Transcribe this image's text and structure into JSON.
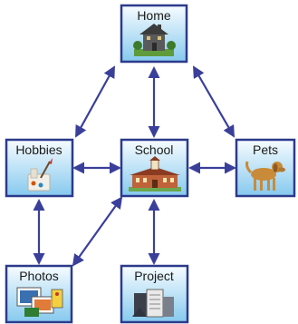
{
  "nodes": {
    "home": {
      "label": "Home"
    },
    "hobbies": {
      "label": "Hobbies"
    },
    "school": {
      "label": "School"
    },
    "pets": {
      "label": "Pets"
    },
    "photos": {
      "label": "Photos"
    },
    "project": {
      "label": "Project"
    }
  },
  "edges": [
    {
      "from": "home",
      "to": "hobbies",
      "direction": "both"
    },
    {
      "from": "home",
      "to": "school",
      "direction": "both"
    },
    {
      "from": "home",
      "to": "pets",
      "direction": "both"
    },
    {
      "from": "hobbies",
      "to": "school",
      "direction": "both"
    },
    {
      "from": "school",
      "to": "pets",
      "direction": "both"
    },
    {
      "from": "hobbies",
      "to": "photos",
      "direction": "both"
    },
    {
      "from": "school",
      "to": "photos",
      "direction": "both"
    },
    {
      "from": "school",
      "to": "project",
      "direction": "both"
    }
  ],
  "colors": {
    "arrow": "#3a3f9a",
    "box_border": "#2c3a8c",
    "box_fill_top": "#f4fbff",
    "box_fill_bottom": "#8ccdf0"
  },
  "icons": {
    "home": "house-icon",
    "hobbies": "paint-brush-icon",
    "school": "schoolhouse-icon",
    "pets": "dog-icon",
    "photos": "photo-collage-icon",
    "project": "folder-books-icon"
  }
}
